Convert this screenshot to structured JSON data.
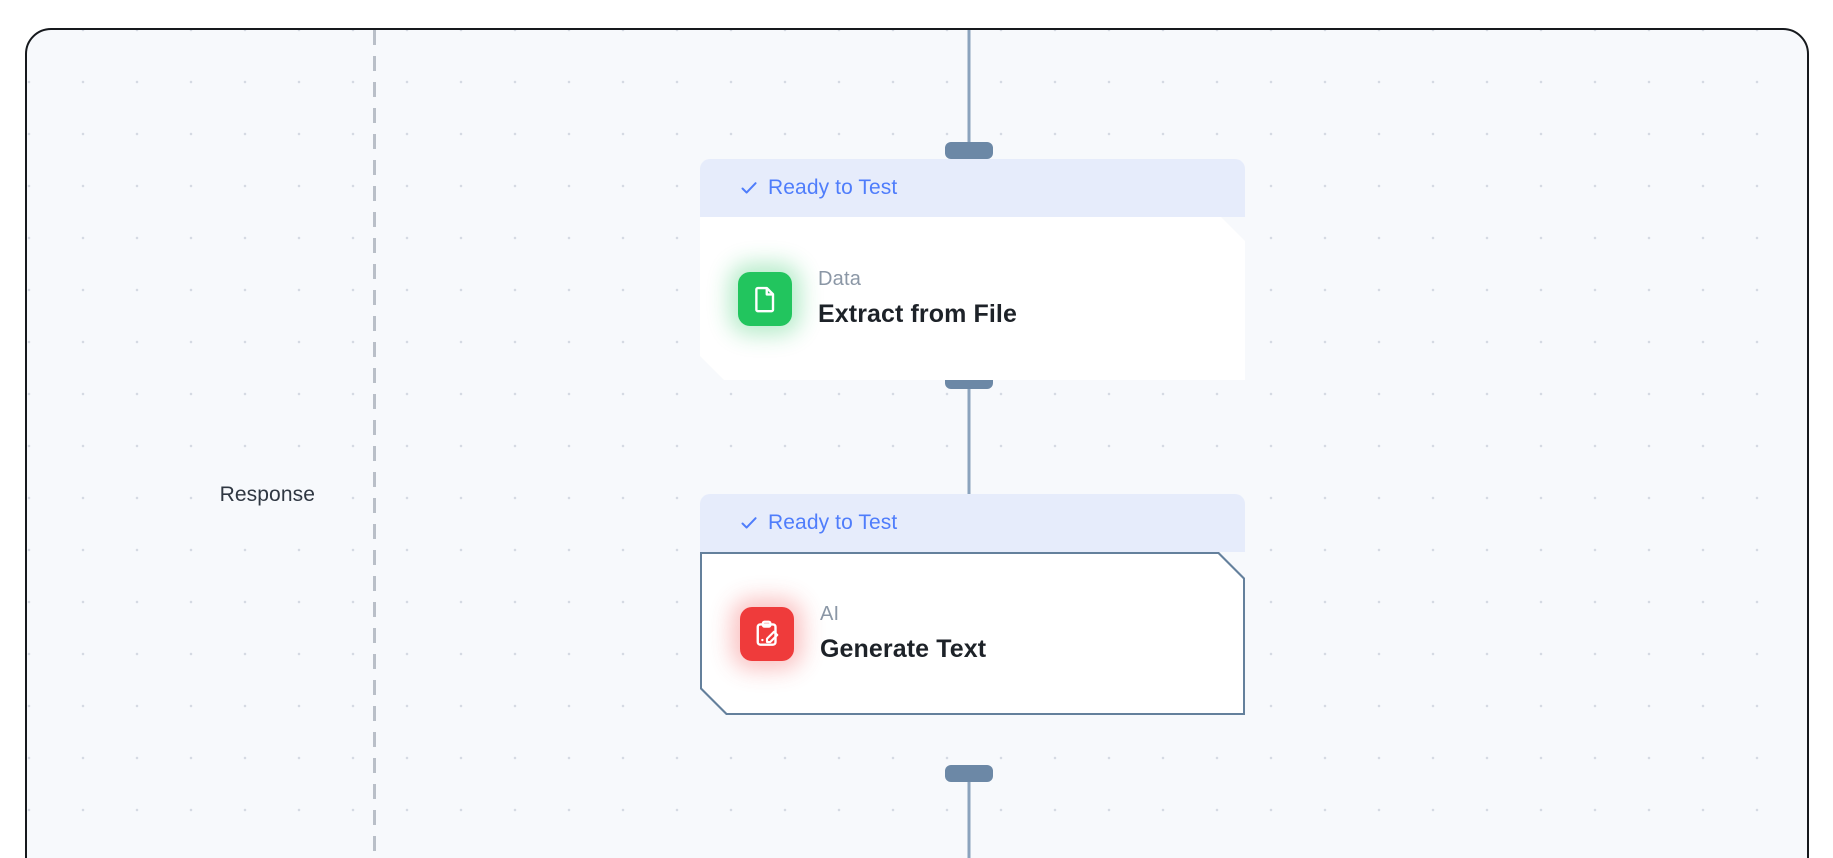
{
  "canvas": {
    "background_color": "#f7f9fc",
    "border_color": "#16191d",
    "grid_dot_color": "#c9d0da"
  },
  "lane": {
    "label": "Response",
    "divider_color": "#b9bfc8"
  },
  "connector": {
    "line_color": "#8ba3bd",
    "handle_color": "#6c88a6"
  },
  "nodes": [
    {
      "status": "Ready to Test",
      "status_icon": "check-icon",
      "status_color": "#4f7dfb",
      "header_background": "#e6ecfb",
      "category": "Data",
      "title": "Extract from File",
      "icon": "file-document-icon",
      "icon_color": "#22c55e",
      "selected": false
    },
    {
      "status": "Ready to Test",
      "status_icon": "check-icon",
      "status_color": "#4f7dfb",
      "header_background": "#e6ecfb",
      "category": "AI",
      "title": "Generate Text",
      "icon": "clipboard-pencil-icon",
      "icon_color": "#ef3b3b",
      "selected": true
    }
  ]
}
